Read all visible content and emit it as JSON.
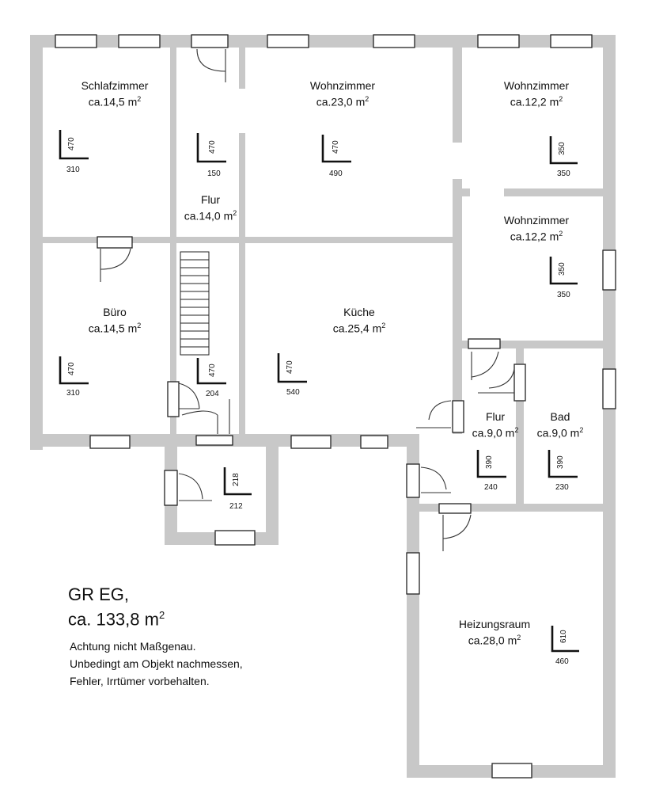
{
  "rooms": [
    {
      "id": "schlafzimmer",
      "name": "Schlafzimmer",
      "area": "ca.14,5 m",
      "sup": "2",
      "width": "310",
      "height": "470"
    },
    {
      "id": "flur1",
      "name": "Flur",
      "area": "ca.14,0 m",
      "sup": "2",
      "width": "150",
      "height": "470"
    },
    {
      "id": "wohnzimmer1",
      "name": "Wohnzimmer",
      "area": "ca.23,0 m",
      "sup": "2",
      "width": "490",
      "height": "470"
    },
    {
      "id": "wohnzimmer2",
      "name": "Wohnzimmer",
      "area": "ca.12,2 m",
      "sup": "2",
      "width": "350",
      "height": "350"
    },
    {
      "id": "wohnzimmer3",
      "name": "Wohnzimmer",
      "area": "ca.12,2 m",
      "sup": "2",
      "width": "350",
      "height": "350"
    },
    {
      "id": "buero",
      "name": "Büro",
      "area": "ca.14,5 m",
      "sup": "2",
      "width": "310",
      "height": "470"
    },
    {
      "id": "kueche",
      "name": "Küche",
      "area": "ca.25,4 m",
      "sup": "2",
      "width": "540",
      "height": "470"
    },
    {
      "id": "flur_lower",
      "name": "",
      "area": "",
      "sup": "",
      "width": "204",
      "height": "470"
    },
    {
      "id": "flur2",
      "name": "Flur",
      "area": "ca.9,0 m",
      "sup": "2",
      "width": "240",
      "height": "390"
    },
    {
      "id": "bad",
      "name": "Bad",
      "area": "ca.9,0 m",
      "sup": "2",
      "width": "230",
      "height": "390"
    },
    {
      "id": "vorraum",
      "name": "",
      "area": "",
      "sup": "",
      "width": "212",
      "height": "218"
    },
    {
      "id": "heizungsraum",
      "name": "Heizungsraum",
      "area": "ca.28,0 m",
      "sup": "2",
      "width": "460",
      "height": "610"
    }
  ],
  "summary": {
    "title": "GR EG,",
    "total": "ca. 133,8 m",
    "total_sup": "2",
    "note_lines": [
      "Achtung nicht Maßgenau.",
      "Unbedingt am Objekt nachmessen,",
      "Fehler, Irrtümer vorbehalten."
    ]
  },
  "colors": {
    "wall": "#c8c8c8",
    "window": "#ffffff",
    "ink": "#111111"
  }
}
